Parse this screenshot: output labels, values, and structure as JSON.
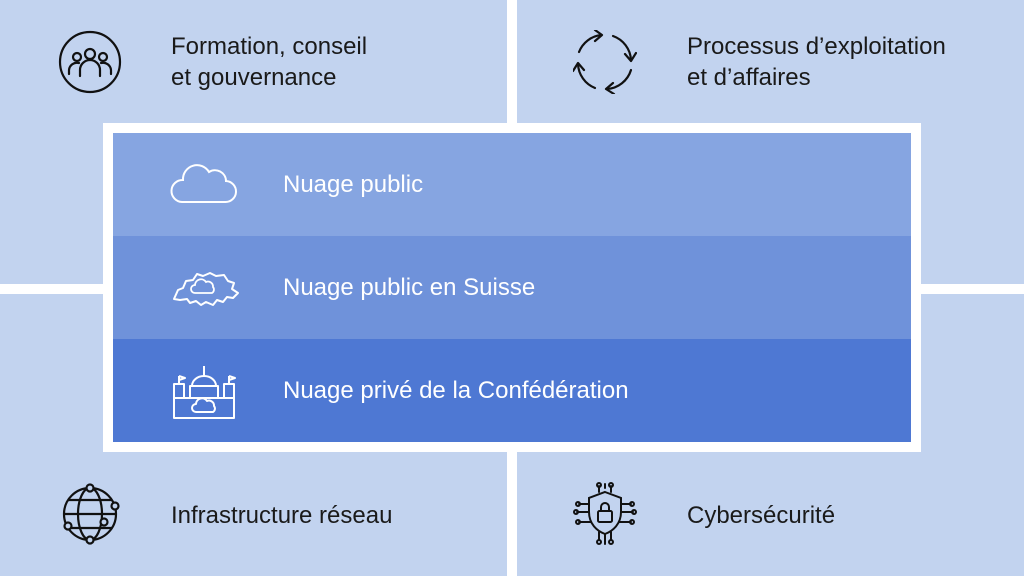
{
  "corners": {
    "top_left": {
      "line1": "Formation, conseil",
      "line2": "et gouvernance",
      "icon": "people-group-icon"
    },
    "top_right": {
      "line1": "Processus d’exploitation",
      "line2": "et d’affaires",
      "icon": "cycle-arrows-icon"
    },
    "bottom_left": {
      "label": "Infrastructure réseau",
      "icon": "globe-network-icon"
    },
    "bottom_right": {
      "label": "Cybersécurité",
      "icon": "circuit-lock-icon"
    }
  },
  "layers": [
    {
      "label": "Nuage public",
      "icon": "cloud-icon",
      "color": "#86a5e1"
    },
    {
      "label": "Nuage public en Suisse",
      "icon": "switzerland-cloud-icon",
      "color": "#6f92da"
    },
    {
      "label": "Nuage privé de la Confédération",
      "icon": "federal-palace-cloud-icon",
      "color": "#4e78d3"
    }
  ],
  "colors": {
    "quadrant": "#c2d3ef",
    "text_dark": "#1a1a1a",
    "text_light": "#ffffff"
  }
}
